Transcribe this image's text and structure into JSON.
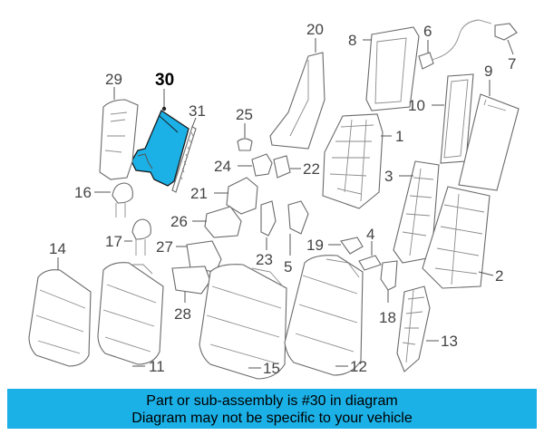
{
  "highlight": {
    "part_number": "30",
    "color": "#1bb0e6"
  },
  "callouts": {
    "p1": "1",
    "p2": "2",
    "p3": "3",
    "p4": "4",
    "p5": "5",
    "p6": "6",
    "p7": "7",
    "p8": "8",
    "p9": "9",
    "p10": "10",
    "p11": "11",
    "p12": "12",
    "p13": "13",
    "p14": "14",
    "p15": "15",
    "p16": "16",
    "p17": "17",
    "p18": "18",
    "p19": "19",
    "p20": "20",
    "p21": "21",
    "p22": "22",
    "p23": "23",
    "p24": "24",
    "p25": "25",
    "p26": "26",
    "p27": "27",
    "p28": "28",
    "p29": "29",
    "p30": "30",
    "p31": "31"
  },
  "banner": {
    "line1": "Part or sub-assembly is #30 in diagram",
    "line2": "Diagram may not be specific to your vehicle",
    "background": "#1bb0e6"
  }
}
